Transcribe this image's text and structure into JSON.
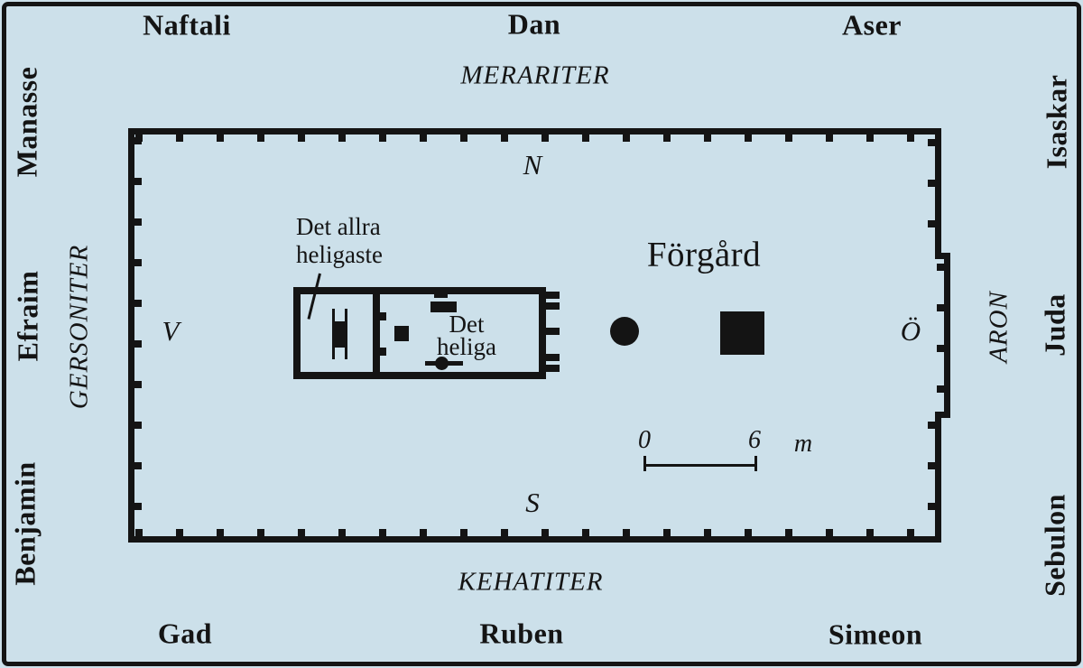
{
  "colors": {
    "background": "#cce0ea",
    "ink": "#141414"
  },
  "camps": {
    "top": [
      "Naftali",
      "Dan",
      "Aser"
    ],
    "bottom": [
      "Gad",
      "Ruben",
      "Simeon"
    ],
    "left": [
      "Manasse",
      "Efraim",
      "Benjamin"
    ],
    "right": [
      "Isaskar",
      "Juda",
      "Sebulon"
    ]
  },
  "levites": {
    "north": "MERARITER",
    "south": "KEHATITER",
    "west": "GERSONITER",
    "east": "ARON"
  },
  "compass": {
    "north": "N",
    "south": "S",
    "west": "V",
    "east": "Ö"
  },
  "courtyard": {
    "title": "Förgård"
  },
  "tabernacle": {
    "most_holy_line1": "Det allra",
    "most_holy_line2": "heligaste",
    "holy_line1": "Det",
    "holy_line2": "heliga"
  },
  "scale": {
    "start": "0",
    "end": "6",
    "unit": "m"
  }
}
